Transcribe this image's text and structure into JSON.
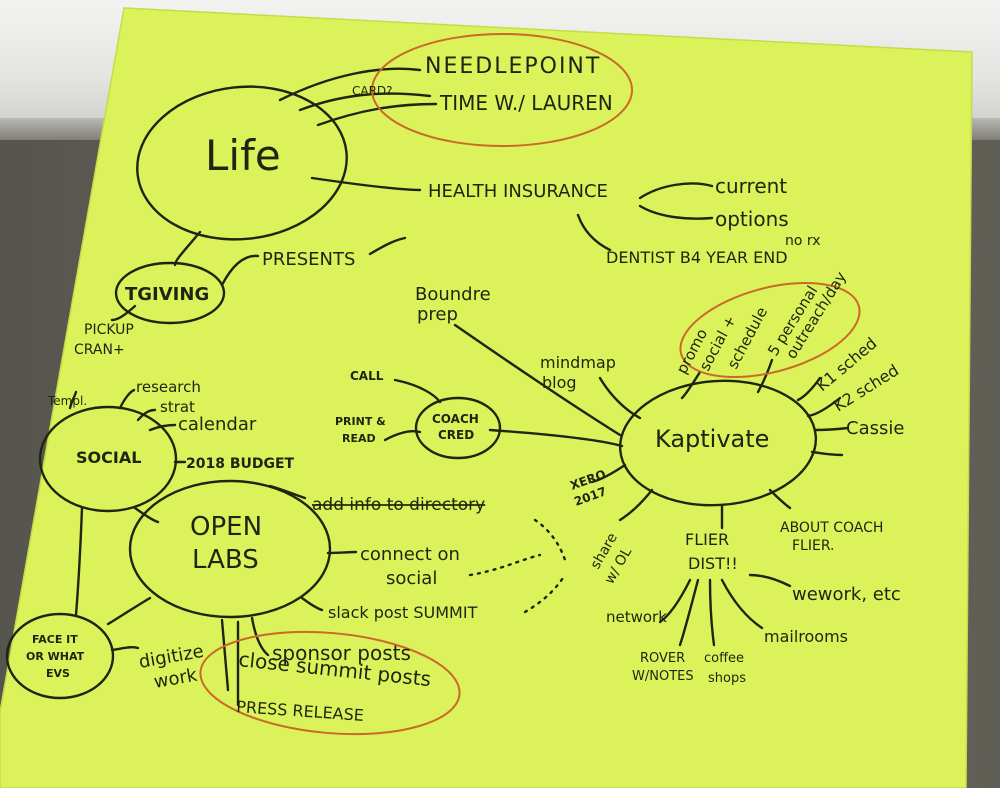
{
  "nodes": {
    "life": "Life",
    "tgiving": "TGIVING",
    "social": "SOCIAL",
    "open_labs_1": "OPEN",
    "open_labs_2": "LABS",
    "coach_cred_1": "COACH",
    "coach_cred_2": "CRED",
    "kaptivate": "Kaptivate",
    "face_it_1": "FACE IT",
    "face_it_2": "OR WHAT",
    "face_it_3": "EVS"
  },
  "labels": {
    "needlepoint": "NEEDLEPOINT",
    "card": "CARD?",
    "time_lauren": "TIME W./ LAUREN",
    "health_insurance": "HEALTH INSURANCE",
    "current": "current",
    "options": "options",
    "no_rx": "no rx",
    "dentist": "DENTIST B4 YEAR END",
    "presents": "PRESENTS",
    "pickup_1": "PICKUP",
    "pickup_2": "CRAN+",
    "boundre_1": "Boundre",
    "boundre_2": "prep",
    "mindmap_1": "mindmap",
    "mindmap_2": "blog",
    "promo_1": "promo",
    "promo_2": "social +",
    "promo_3": "schedule",
    "outreach_1": "5 personal",
    "outreach_2": "outreach/day",
    "k1": "K1 sched",
    "k2": "K2 sched",
    "cassie": "Cassie",
    "call": "CALL",
    "print_1": "PRINT &",
    "print_2": "READ",
    "xero_1": "XERO",
    "xero_2": "2017",
    "share_1": "share",
    "share_2": "w/ OL",
    "about_1": "ABOUT COACH",
    "about_2": "FLIER.",
    "flier_1": "FLIER",
    "flier_2": "DIST!!",
    "templ": "Templ.",
    "research": "research",
    "strat": "strat",
    "calendar": "calendar",
    "budget": "2018 BUDGET",
    "add_info": "add info to directory",
    "connect_1": "connect on",
    "connect_2": "social",
    "slack": "slack post SUMMIT",
    "sponsor": "sponsor posts",
    "close": "close summit posts",
    "press": "PRESS RELEASE",
    "digitize_1": "digitize",
    "digitize_2": "work",
    "network": "network",
    "rover_1": "ROVER",
    "rover_2": "W/NOTES",
    "coffee_1": "coffee",
    "coffee_2": "shops",
    "mailrooms": "mailrooms",
    "wework": "wework, etc"
  },
  "colors": {
    "paper": "#dcf25a",
    "ink": "#1e2510",
    "highlight": "#c96a2a"
  }
}
